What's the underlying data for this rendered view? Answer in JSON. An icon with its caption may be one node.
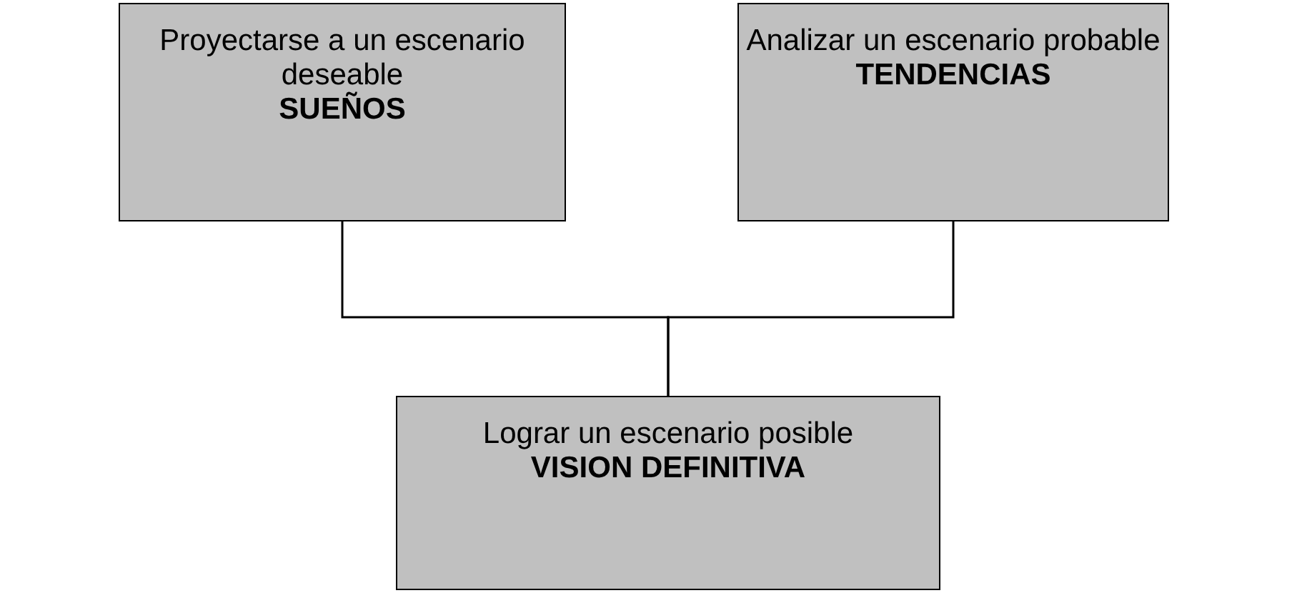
{
  "diagram": {
    "nodes": [
      {
        "text": [
          "Proyectarse a un escenario deseable",
          "SUEÑOS"
        ]
      },
      {
        "text": [
          "Analizar un escenario probable",
          "TENDENCIAS"
        ]
      },
      {
        "text": [
          "Lograr un escenario posible",
          "VISION DEFINITIVA"
        ]
      }
    ],
    "edges": [
      {
        "from": 0,
        "to": 2,
        "arrow": "none"
      },
      {
        "from": 1,
        "to": 2,
        "arrow": "none"
      }
    ]
  }
}
